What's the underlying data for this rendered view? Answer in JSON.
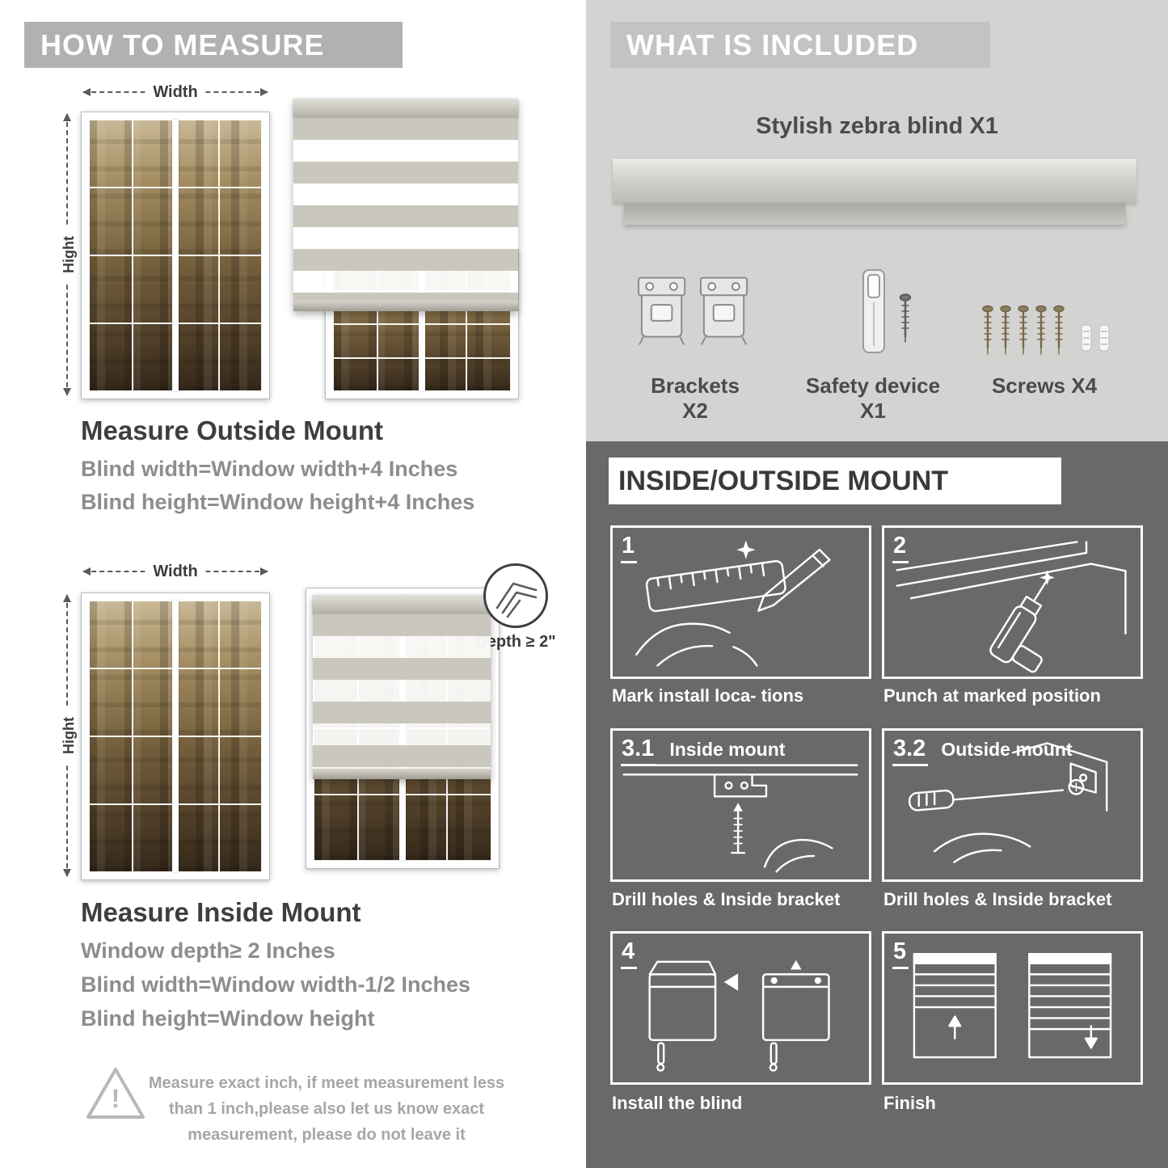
{
  "colors": {
    "page_bg": "#ffffff",
    "measure_header_bg": "#b1b1b1",
    "included_bg": "#d3d3d1",
    "included_header_bg": "#c3c3c1",
    "mount_bg": "#696969",
    "heading_text": "#3e3e3e",
    "body_text": "#8d8d8d",
    "white": "#ffffff"
  },
  "left": {
    "header": "HOW TO MEASURE",
    "warning_glyph": "!",
    "outside_figure": {
      "width_label": "Width",
      "height_label": "Hight"
    },
    "outside": {
      "title": "Measure Outside Mount",
      "lines": [
        "Blind width=Window width+4 Inches",
        "Blind height=Window height+4 Inches"
      ]
    },
    "inside_figure": {
      "width_label": "Width",
      "height_label": "Hight",
      "depth_label": "Depth ≥ 2\""
    },
    "inside": {
      "title": "Measure Inside Mount",
      "lines": [
        "Window depth≥ 2 Inches",
        "Blind width=Window width-1/2 Inches",
        "Blind height=Window height"
      ]
    },
    "warning": "Measure exact inch, if meet measurement less than 1 inch,please also let us know exact measurement, please do not leave it"
  },
  "right": {
    "included": {
      "header": "WHAT IS INCLUDED",
      "product": "Stylish zebra blind X1",
      "items": [
        {
          "name": "brackets",
          "label": "Brackets X2"
        },
        {
          "name": "safety-device",
          "label": "Safety device X1"
        },
        {
          "name": "screws",
          "label": "Screws X4"
        }
      ]
    },
    "mount": {
      "header": "INSIDE/OUTSIDE MOUNT",
      "steps": [
        {
          "num": "1",
          "label": "",
          "caption": "Mark install loca- tions"
        },
        {
          "num": "2",
          "label": "",
          "caption": "Punch at  marked position"
        },
        {
          "num": "3.1",
          "label": "Inside mount",
          "caption": "Drill holes &  Inside bracket"
        },
        {
          "num": "3.2",
          "label": "Outside mount",
          "caption": "Drill holes &  Inside bracket"
        },
        {
          "num": "4",
          "label": "",
          "caption": "Install the blind"
        },
        {
          "num": "5",
          "label": "",
          "caption": "Finish"
        }
      ]
    }
  }
}
